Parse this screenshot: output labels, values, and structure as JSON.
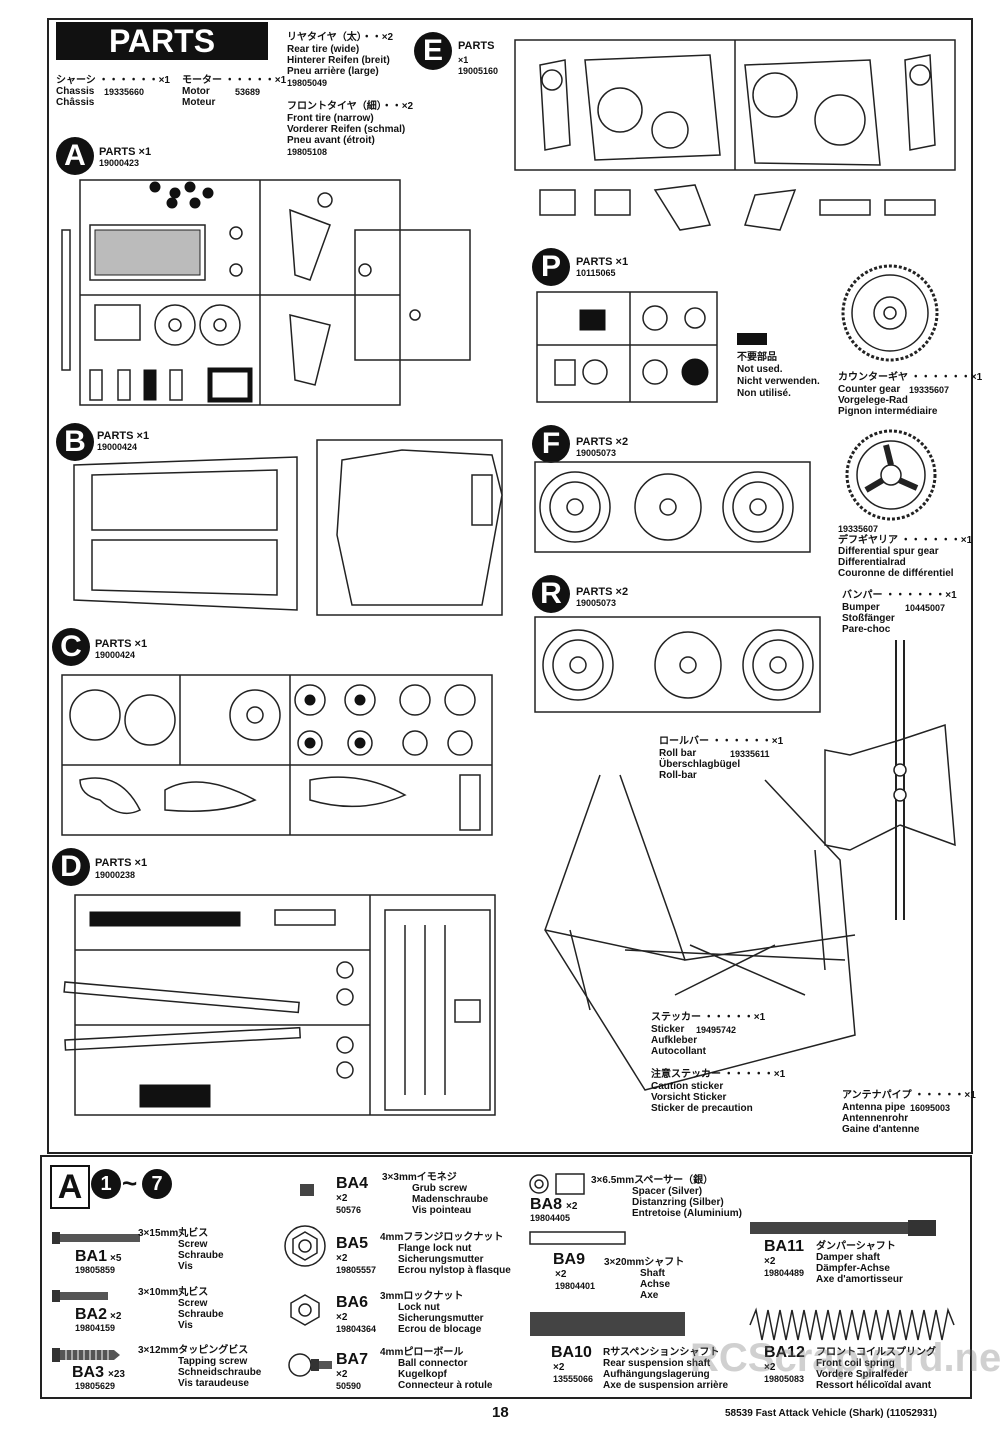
{
  "header": {
    "title": "PARTS"
  },
  "chassis": {
    "jp": "シャーシ ・・・・・・×1",
    "en": "Chassis",
    "de": "Châssis",
    "num": "19335660"
  },
  "motor": {
    "jp": "モーター ・・・・・×1",
    "en": "Motor",
    "de": "Moteur",
    "num": "53689"
  },
  "rear_tire": {
    "jp": "リヤタイヤ（太）・・×2",
    "en": "Rear tire (wide)",
    "de": "Hinterer Reifen (breit)",
    "fr": "Pneu arrière (large)",
    "num": "19805049"
  },
  "front_tire": {
    "jp": "フロントタイヤ（細）・・×2",
    "en": "Front tire (narrow)",
    "de": "Vorderer Reifen (schmal)",
    "fr": "Pneu avant (étroit)",
    "num": "19805108"
  },
  "parts_a": {
    "letter": "A",
    "label": "PARTS ×1",
    "num": "19000423"
  },
  "parts_b": {
    "letter": "B",
    "label": "PARTS ×1",
    "num": "19000424"
  },
  "parts_c": {
    "letter": "C",
    "label": "PARTS ×1",
    "num": "19000424"
  },
  "parts_d": {
    "letter": "D",
    "label": "PARTS ×1",
    "num": "19000238"
  },
  "parts_e": {
    "letter": "E",
    "label": "PARTS",
    "qty": "×1",
    "num": "19005160"
  },
  "parts_p": {
    "letter": "P",
    "label": "PARTS ×1",
    "num": "10115065"
  },
  "parts_f": {
    "letter": "F",
    "label": "PARTS ×2",
    "num": "19005073"
  },
  "parts_r": {
    "letter": "R",
    "label": "PARTS ×2",
    "num": "19005073"
  },
  "not_used": {
    "jp": "不要部品",
    "en": "Not used.",
    "de": "Nicht verwenden.",
    "fr": "Non utilisé."
  },
  "counter_gear": {
    "jp": "カウンターギヤ ・・・・・・×1",
    "en": "Counter gear",
    "num": "19335607",
    "de": "Vorgelege-Rad",
    "fr": "Pignon intermédiaire"
  },
  "diff_gear": {
    "num": "19335607",
    "jp": "デフギヤリア ・・・・・・×1",
    "en": "Differential spur gear",
    "de": "Differentialrad",
    "fr": "Couronne de différentiel"
  },
  "bumper": {
    "jp": "バンパー ・・・・・・×1",
    "en": "Bumper",
    "num": "10445007",
    "de": "Stoßfänger",
    "fr": "Pare-choc"
  },
  "roll_bar": {
    "jp": "ロールバー ・・・・・・×1",
    "en": "Roll bar",
    "num": "19335611",
    "de": "Überschlagbügel",
    "fr": "Roll-bar"
  },
  "sticker": {
    "jp": "ステッカー ・・・・・×1",
    "en": "Sticker",
    "num": "19495742",
    "de": "Aufkleber",
    "fr": "Autocollant"
  },
  "caution": {
    "jp": "注意ステッカー ・・・・・×1",
    "en": "Caution sticker",
    "de": "Vorsicht Sticker",
    "fr": "Sticker de precaution"
  },
  "antenna": {
    "jp": "アンテナパイプ ・・・・・×1",
    "en": "Antenna pipe",
    "num": "16095003",
    "de": "Antennenrohr",
    "fr": "Gaine d'antenne"
  },
  "bag": {
    "letter": "A",
    "from": "1",
    "to": "7",
    "tilde": "~"
  },
  "ba1": {
    "code": "BA1",
    "qty": "×5",
    "num": "19805859",
    "jp": "3×15mm丸ビス",
    "en": "Screw",
    "de": "Schraube",
    "fr": "Vis"
  },
  "ba2": {
    "code": "BA2",
    "qty": "×2",
    "num": "19804159",
    "jp": "3×10mm丸ビス",
    "en": "Screw",
    "de": "Schraube",
    "fr": "Vis"
  },
  "ba3": {
    "code": "BA3",
    "qty": "×23",
    "num": "19805629",
    "jp": "3×12mmタッピングビス",
    "en": "Tapping screw",
    "de": "Schneidschraube",
    "fr": "Vis taraudeuse"
  },
  "ba4": {
    "code": "BA4",
    "qty": "×2",
    "num": "50576",
    "jp": "3×3mmイモネジ",
    "en": "Grub screw",
    "de": "Madenschraube",
    "fr": "Vis pointeau"
  },
  "ba5": {
    "code": "BA5",
    "qty": "×2",
    "num": "19805557",
    "jp": "4mmフランジロックナット",
    "en": "Flange lock nut",
    "de": "Sicherungsmutter",
    "fr": "Ecrou nylstop à flasque"
  },
  "ba6": {
    "code": "BA6",
    "qty": "×2",
    "num": "19804364",
    "jp": "3mmロックナット",
    "en": "Lock nut",
    "de": "Sicherungsmutter",
    "fr": "Ecrou de blocage"
  },
  "ba7": {
    "code": "BA7",
    "qty": "×2",
    "num": "50590",
    "jp": "4mmピローボール",
    "en": "Ball connector",
    "de": "Kugelkopf",
    "fr": "Connecteur à rotule"
  },
  "ba8": {
    "code": "BA8",
    "qty": "×2",
    "num": "19804405",
    "jp": "3×6.5mmスペーサー（銀）",
    "en": "Spacer (Silver)",
    "de": "Distanzring (Silber)",
    "fr": "Entretoise (Aluminium)"
  },
  "ba9": {
    "code": "BA9",
    "qty": "×2",
    "num": "19804401",
    "jp": "3×20mmシャフト",
    "en": "Shaft",
    "de": "Achse",
    "fr": "Axe"
  },
  "ba10": {
    "code": "BA10",
    "qty": "×2",
    "num": "13555066",
    "jp": "Rサスペンションシャフト",
    "en": "Rear suspension shaft",
    "de": "Aufhängungslagerung",
    "fr": "Axe de suspension arrière"
  },
  "ba11": {
    "code": "BA11",
    "qty": "×2",
    "num": "19804489",
    "jp": "ダンパーシャフト",
    "en": "Damper shaft",
    "de": "Dämpfer-Achse",
    "fr": "Axe d'amortisseur"
  },
  "ba12": {
    "code": "BA12",
    "qty": "×2",
    "num": "19805083",
    "jp": "フロントコイルスプリング",
    "en": "Front coil spring",
    "de": "Vordere Spiralfeder",
    "fr": "Ressort hélicoïdal avant"
  },
  "footer": {
    "page": "18",
    "title": "58539 Fast Attack Vehicle (Shark) (11052931)"
  },
  "watermark": "RCScrapyard.net"
}
